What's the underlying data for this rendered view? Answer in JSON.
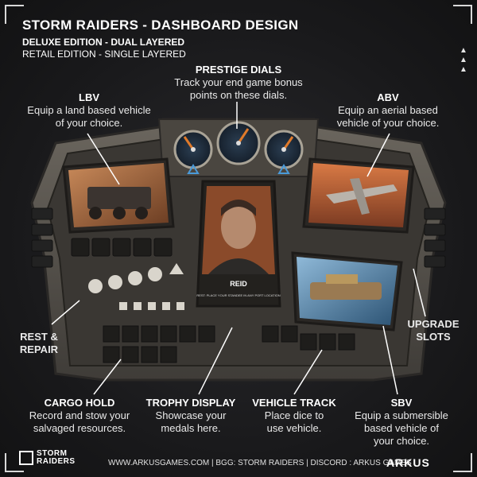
{
  "header": {
    "title": "STORM RAIDERS - DASHBOARD DESIGN",
    "edition_deluxe": "DELUXE EDITION - DUAL LAYERED",
    "edition_retail": "RETAIL EDITION - SINGLE LAYERED"
  },
  "callouts": {
    "prestige": {
      "heading": "PRESTIGE DIALS",
      "line1": "Track your end game bonus",
      "line2": "points on these dials."
    },
    "lbv": {
      "heading": "LBV",
      "line1": "Equip a land based vehicle",
      "line2": "of your choice."
    },
    "abv": {
      "heading": "ABV",
      "line1": "Equip an aerial based",
      "line2": "vehicle of your choice."
    },
    "rest": {
      "heading1": "REST &",
      "heading2": "REPAIR"
    },
    "upgrade": {
      "heading1": "UPGRADE",
      "heading2": "SLOTS"
    },
    "cargo": {
      "heading": "CARGO HOLD",
      "line1": "Record and stow your",
      "line2": "salvaged resources."
    },
    "trophy": {
      "heading": "TROPHY DISPLAY",
      "line1": "Showcase your",
      "line2": "medals here."
    },
    "track": {
      "heading": "VEHICLE TRACK",
      "line1": "Place dice to",
      "line2": "use vehicle."
    },
    "sbv": {
      "heading": "SBV",
      "line1": "Equip a submersible",
      "line2": "based vehicle of",
      "line3": "your choice."
    }
  },
  "board": {
    "character_name": "REID",
    "character_text": "REST: PLACE YOUR STANDEE IN ANY PORT LOCATION"
  },
  "footer": {
    "logo_line1": "STORM",
    "logo_line2": "RAIDERS",
    "links": "WWW.ARKUSGAMES.COM  |  BGG: STORM RAIDERS  |  DISCORD : ARKUS GAMES",
    "brand": "ARKUS"
  },
  "colors": {
    "accent": "#e07a2a",
    "metal": "#5a5650",
    "screen_blue": "#4a7fa8"
  }
}
